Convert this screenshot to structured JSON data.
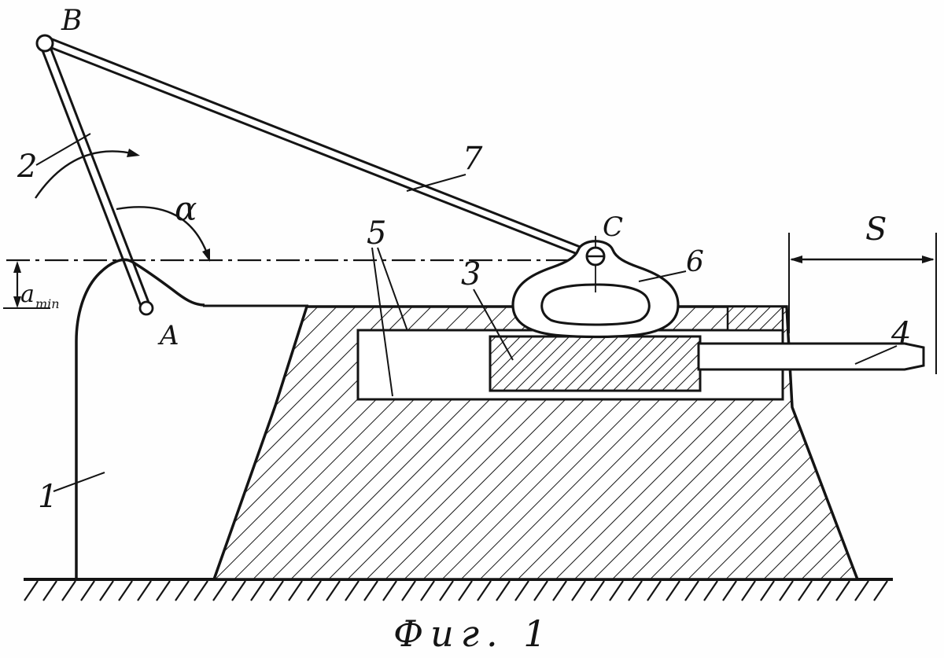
{
  "figure": {
    "caption": "Фиг. 1",
    "labels": {
      "point_b": "B",
      "lever": "2",
      "angle_alpha": "α",
      "amin_base": "a",
      "amin_sub": "min",
      "point_a": "A",
      "base": "1",
      "guides": "5",
      "slider": "3",
      "rod": "7",
      "point_c": "C",
      "link": "6",
      "stroke_s": "S",
      "push_rod": "4"
    },
    "line_color": "#141414",
    "background_color": "#fefefe"
  }
}
